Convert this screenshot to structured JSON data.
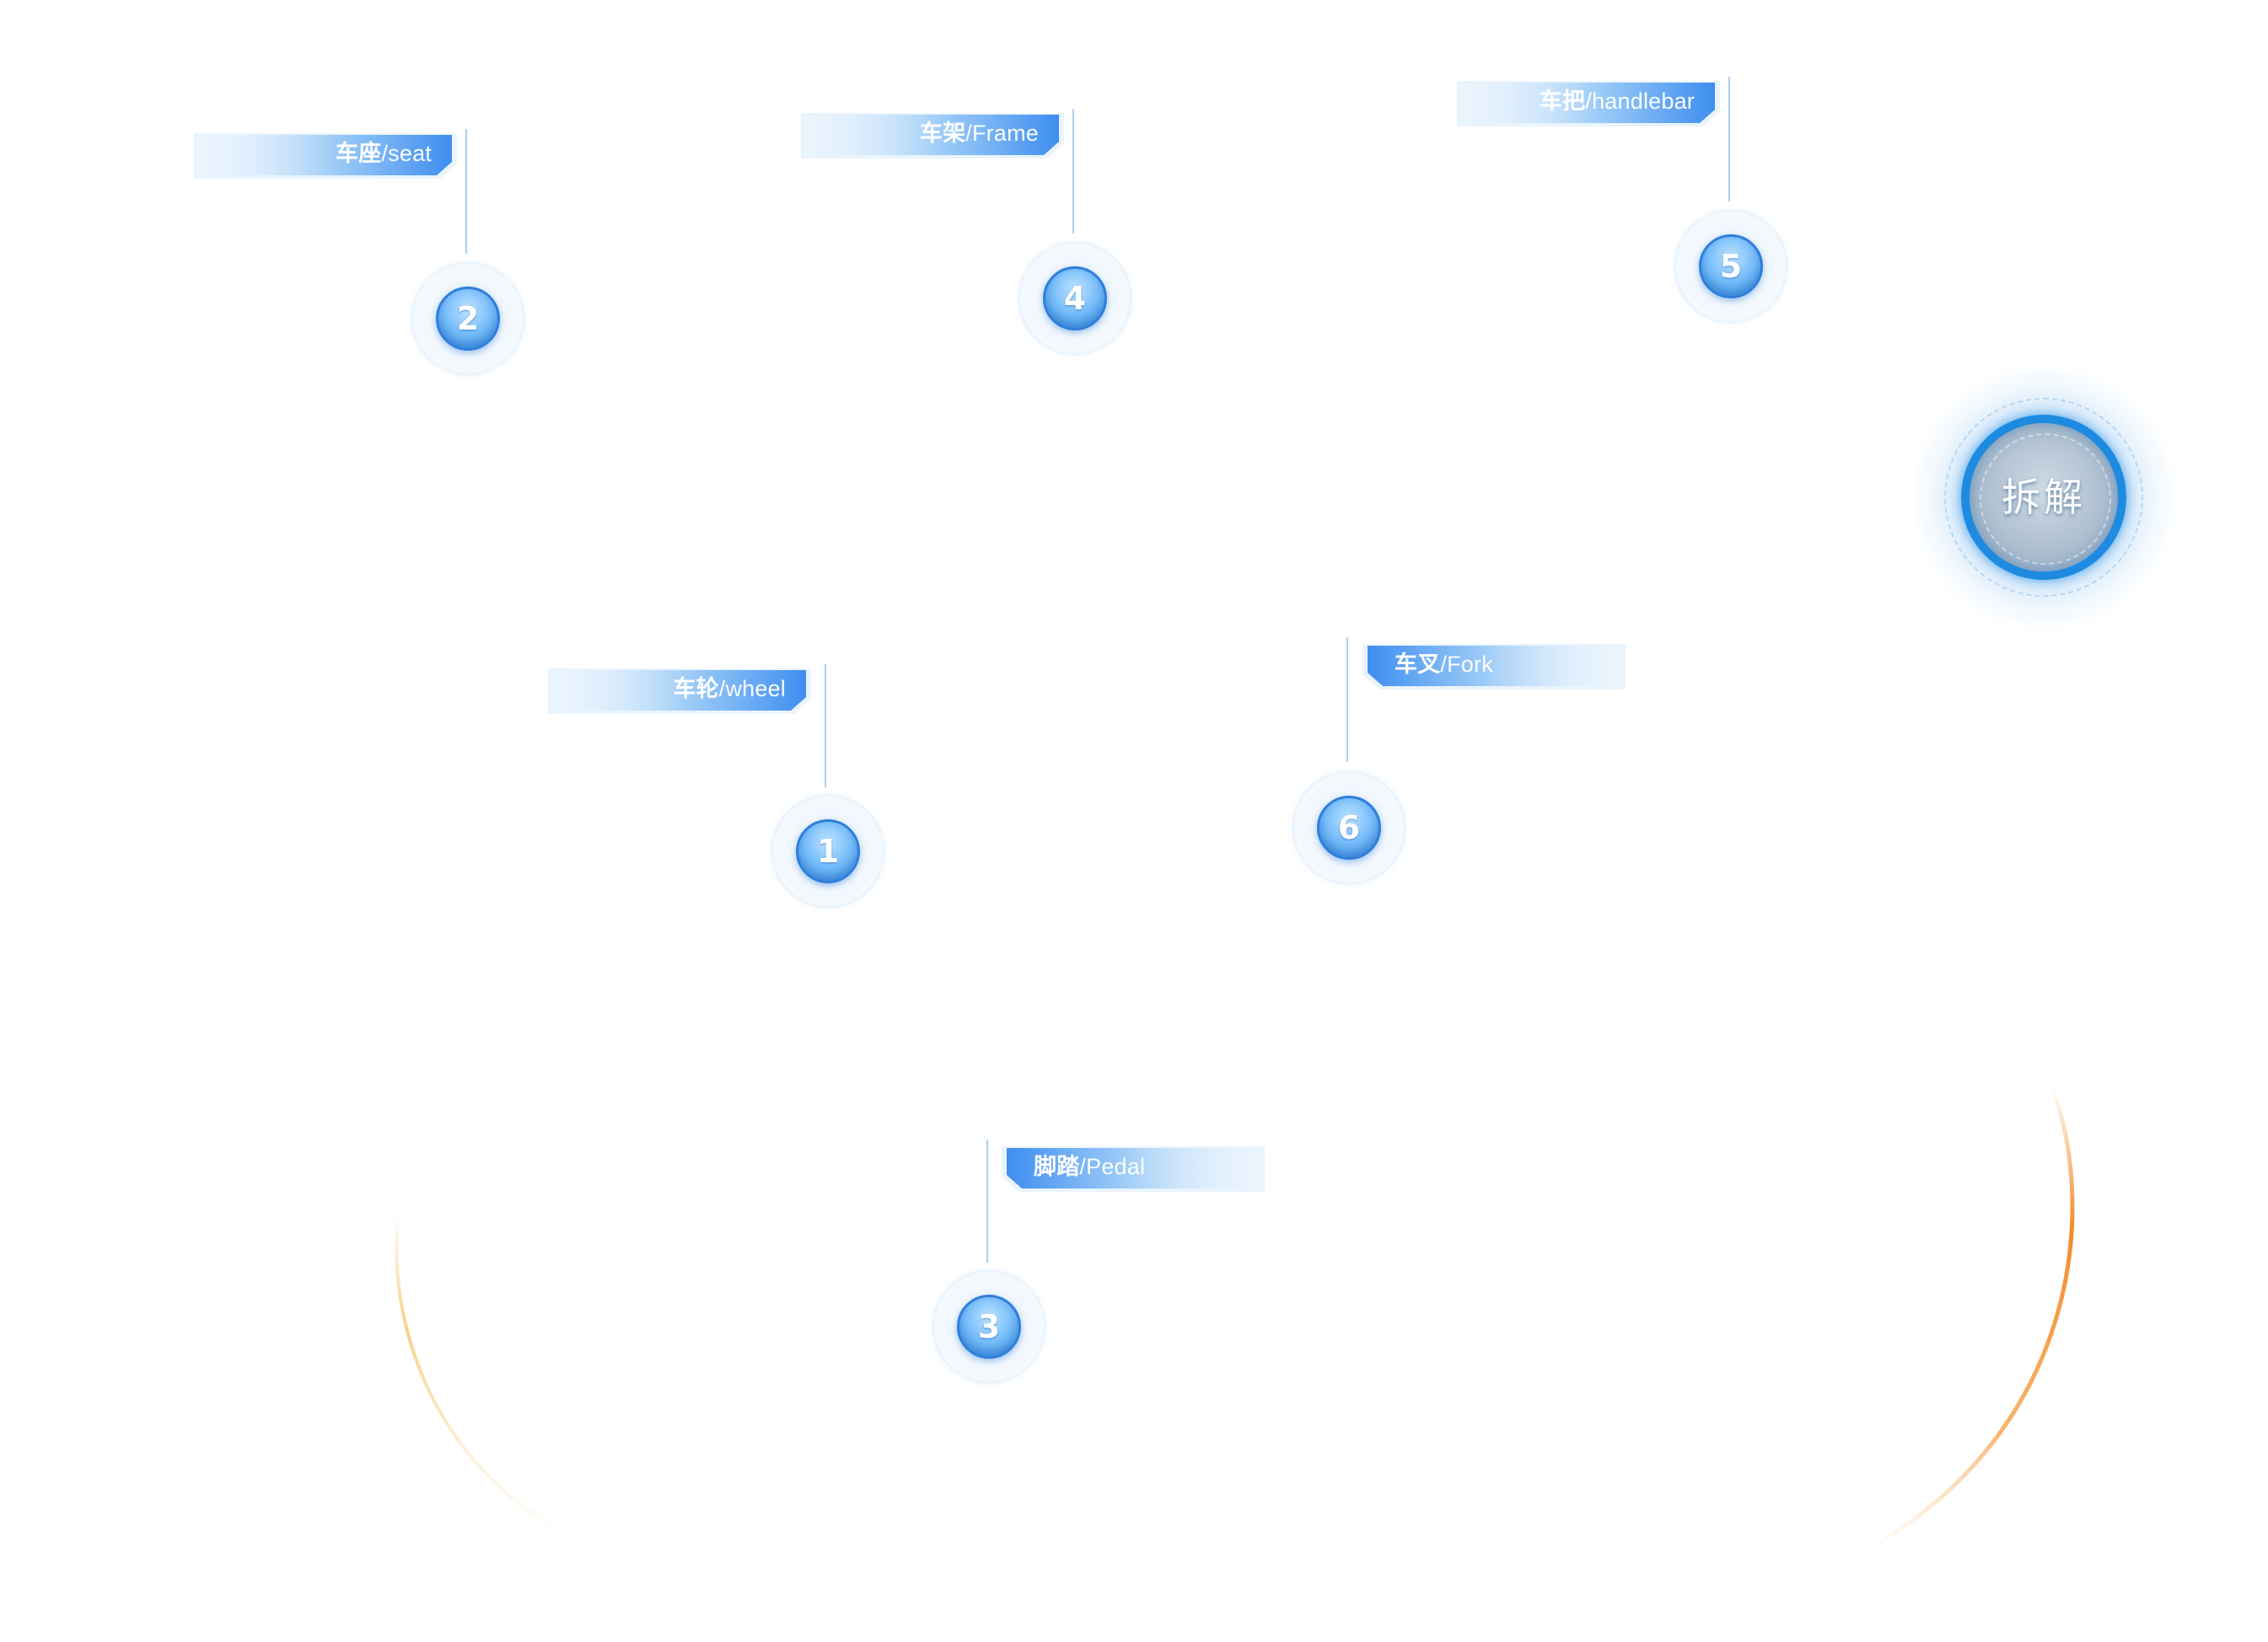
{
  "parts": [
    {
      "id": "wheel",
      "number": "1",
      "label_cn": "车轮",
      "label_en": "/wheel"
    },
    {
      "id": "seat",
      "number": "2",
      "label_cn": "车座",
      "label_en": "/seat"
    },
    {
      "id": "pedal",
      "number": "3",
      "label_cn": "脚踏",
      "label_en": "/Pedal"
    },
    {
      "id": "frame",
      "number": "4",
      "label_cn": "车架",
      "label_en": "/Frame"
    },
    {
      "id": "handlebar",
      "number": "5",
      "label_cn": "车把",
      "label_en": "/handlebar"
    },
    {
      "id": "fork",
      "number": "6",
      "label_cn": "车叉",
      "label_en": "/Fork"
    }
  ],
  "disassemble_button": {
    "label": "拆解"
  },
  "colors": {
    "accent_blue": "#2f7fdb",
    "label_blue": "#3e8ef0",
    "arc_orange": "#f28a2a",
    "arc_yellow": "#f6c46a"
  }
}
